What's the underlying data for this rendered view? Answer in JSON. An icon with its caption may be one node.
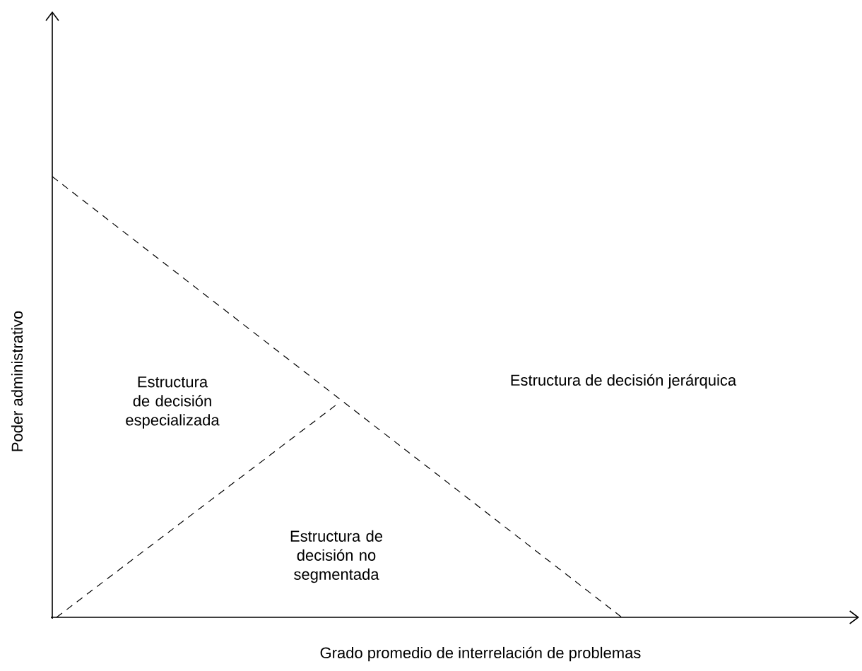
{
  "diagram": {
    "labels": [
      "Estructura de decisión jerárquica",
      "Estructura de decisión especializada",
      "Estructura de decisión no segmentada",
      "Poder administrativo",
      "Grado promedio de interrelación de problemas"
    ]
  }
}
